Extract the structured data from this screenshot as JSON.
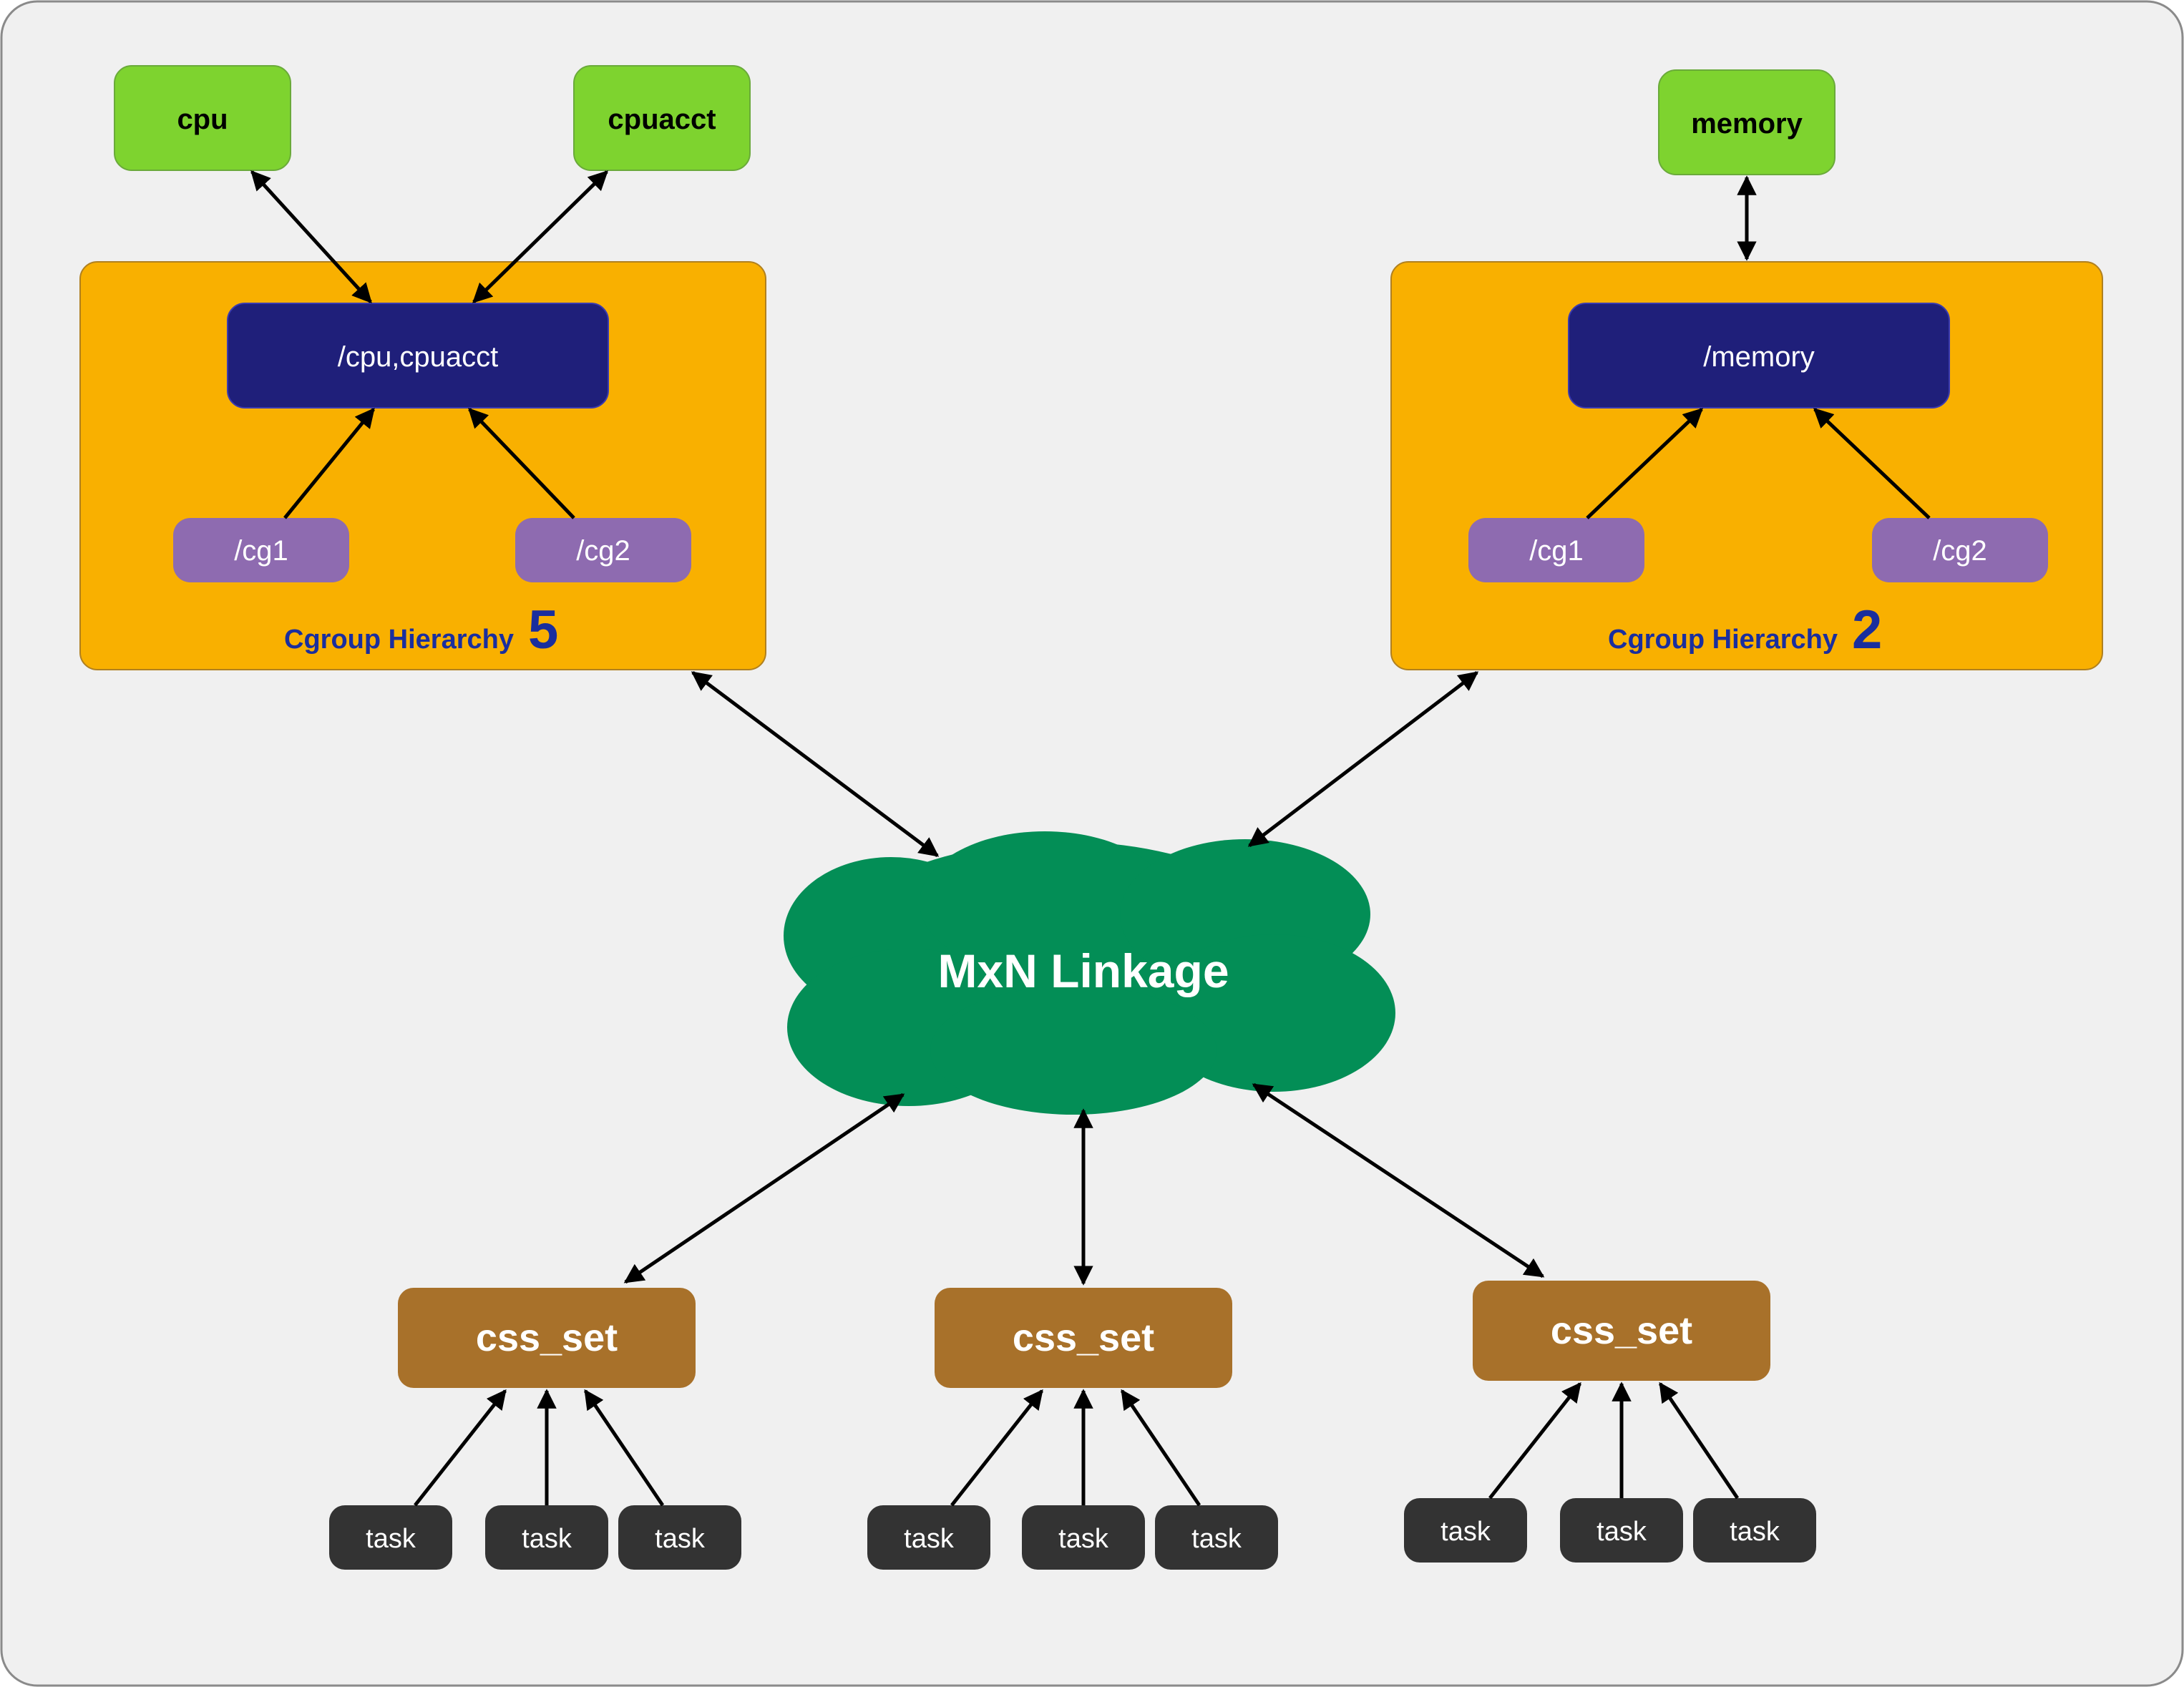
{
  "subsystems": {
    "cpu": "cpu",
    "cpuacct": "cpuacct",
    "memory": "memory"
  },
  "hierarchy_left": {
    "root": "/cpu,cpuacct",
    "cg1": "/cg1",
    "cg2": "/cg2",
    "label": "Cgroup Hierarchy",
    "id": "5"
  },
  "hierarchy_right": {
    "root": "/memory",
    "cg1": "/cg1",
    "cg2": "/cg2",
    "label": "Cgroup Hierarchy",
    "id": "2"
  },
  "linkage": "MxN Linkage",
  "css_sets": [
    {
      "label": "css_set",
      "tasks": [
        "task",
        "task",
        "task"
      ]
    },
    {
      "label": "css_set",
      "tasks": [
        "task",
        "task",
        "task"
      ]
    },
    {
      "label": "css_set",
      "tasks": [
        "task",
        "task",
        "task"
      ]
    }
  ],
  "colors": {
    "background": "#f0f0f0",
    "subsystem": "#7ed32f",
    "hierarchy": "#f9b000",
    "root_cgroup": "#1f1f7a",
    "child_cgroup": "#8e6bb0",
    "cloud": "#038e56",
    "css_set": "#a8712a",
    "task": "#333333",
    "hierarchy_label": "#1a2e9e"
  }
}
